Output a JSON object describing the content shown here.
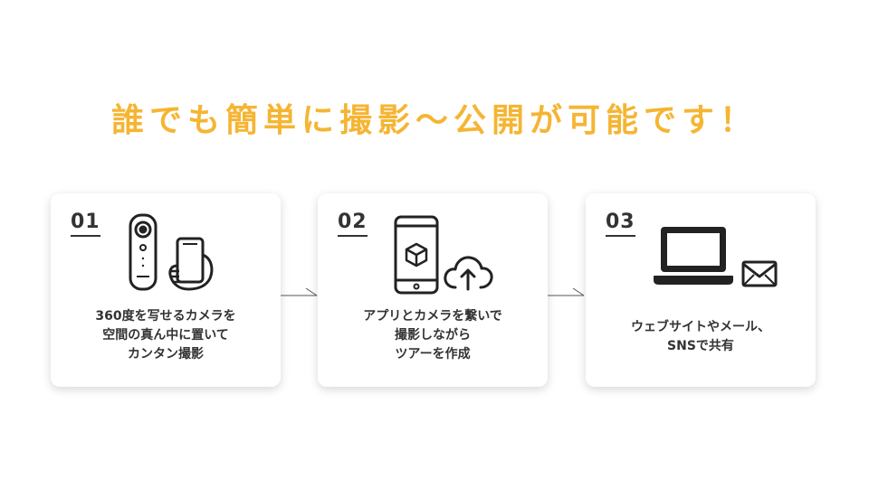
{
  "headline": "誰でも簡単に撮影～公開が可能です！",
  "colors": {
    "accent": "#f5b533",
    "text": "#333333",
    "icon": "#222222"
  },
  "steps": [
    {
      "number": "01",
      "lines": [
        "360度を写せるカメラを",
        "空間の真ん中に置いて",
        "カンタン撮影"
      ],
      "icons": [
        "360-camera-icon",
        "smartphone-in-hand-icon"
      ]
    },
    {
      "number": "02",
      "lines": [
        "アプリとカメラを繋いで",
        "撮影しながら",
        "ツアーを作成"
      ],
      "icons": [
        "smartphone-3d-cube-icon",
        "cloud-upload-icon"
      ]
    },
    {
      "number": "03",
      "lines": [
        "ウェブサイトやメール、",
        "SNSで共有"
      ],
      "icons": [
        "laptop-icon",
        "mail-envelope-icon"
      ]
    }
  ]
}
